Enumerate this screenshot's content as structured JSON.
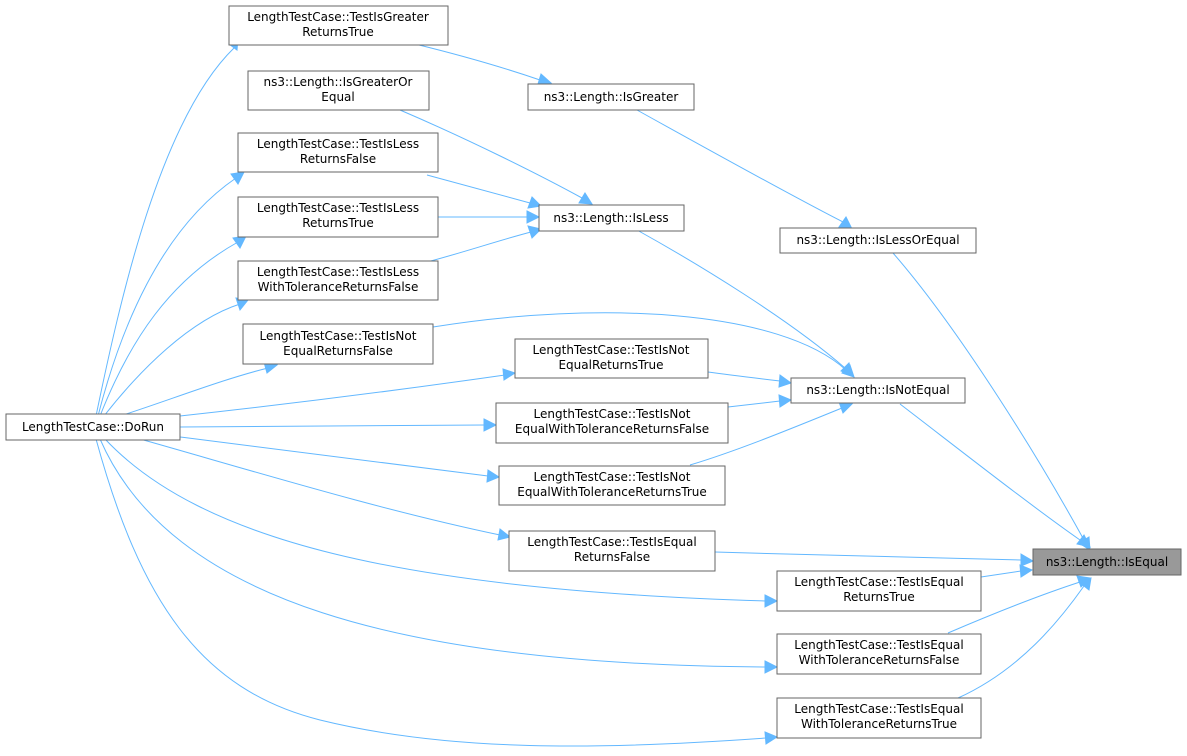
{
  "graph": {
    "colors": {
      "edge": "#63b8ff",
      "node_border": "#666666",
      "current_node_fill": "#999999",
      "background": "#ffffff"
    },
    "nodes": {
      "isEqual": "ns3::Length::IsEqual",
      "doRun": "LengthTestCase::DoRun",
      "testIsGreaterReturnsTrue": [
        "LengthTestCase::TestIsGreater",
        "ReturnsTrue"
      ],
      "isGreaterOrEqual": [
        "ns3::Length::IsGreaterOr",
        "Equal"
      ],
      "isGreater": "ns3::Length::IsGreater",
      "testIsLessReturnsFalse": [
        "LengthTestCase::TestIsLess",
        "ReturnsFalse"
      ],
      "isLess": "ns3::Length::IsLess",
      "testIsLessReturnsTrue": [
        "LengthTestCase::TestIsLess",
        "ReturnsTrue"
      ],
      "isLessOrEqual": "ns3::Length::IsLessOrEqual",
      "testIsLessWithToleranceReturnsFalse": [
        "LengthTestCase::TestIsLess",
        "WithToleranceReturnsFalse"
      ],
      "testIsNotEqualReturnsFalse": [
        "LengthTestCase::TestIsNot",
        "EqualReturnsFalse"
      ],
      "testIsNotEqualReturnsTrue": [
        "LengthTestCase::TestIsNot",
        "EqualReturnsTrue"
      ],
      "isNotEqual": "ns3::Length::IsNotEqual",
      "testIsNotEqualWithToleranceReturnsFalse": [
        "LengthTestCase::TestIsNot",
        "EqualWithToleranceReturnsFalse"
      ],
      "testIsNotEqualWithToleranceReturnsTrue": [
        "LengthTestCase::TestIsNot",
        "EqualWithToleranceReturnsTrue"
      ],
      "testIsEqualReturnsFalse": [
        "LengthTestCase::TestIsEqual",
        "ReturnsFalse"
      ],
      "testIsEqualReturnsTrue": [
        "LengthTestCase::TestIsEqual",
        "ReturnsTrue"
      ],
      "testIsEqualWithToleranceReturnsFalse": [
        "LengthTestCase::TestIsEqual",
        "WithToleranceReturnsFalse"
      ],
      "testIsEqualWithToleranceReturnsTrue": [
        "LengthTestCase::TestIsEqual",
        "WithToleranceReturnsTrue"
      ]
    },
    "edges": [
      {
        "from": "doRun",
        "to": "testIsGreaterReturnsTrue"
      },
      {
        "from": "doRun",
        "to": "testIsLessReturnsFalse"
      },
      {
        "from": "doRun",
        "to": "testIsLessReturnsTrue"
      },
      {
        "from": "doRun",
        "to": "testIsLessWithToleranceReturnsFalse"
      },
      {
        "from": "doRun",
        "to": "testIsNotEqualReturnsFalse"
      },
      {
        "from": "doRun",
        "to": "testIsNotEqualReturnsTrue"
      },
      {
        "from": "doRun",
        "to": "testIsNotEqualWithToleranceReturnsFalse"
      },
      {
        "from": "doRun",
        "to": "testIsNotEqualWithToleranceReturnsTrue"
      },
      {
        "from": "doRun",
        "to": "testIsEqualReturnsFalse"
      },
      {
        "from": "doRun",
        "to": "testIsEqualReturnsTrue"
      },
      {
        "from": "doRun",
        "to": "testIsEqualWithToleranceReturnsFalse"
      },
      {
        "from": "doRun",
        "to": "testIsEqualWithToleranceReturnsTrue"
      },
      {
        "from": "testIsGreaterReturnsTrue",
        "to": "isGreater"
      },
      {
        "from": "isGreaterOrEqual",
        "to": "isLess"
      },
      {
        "from": "testIsLessReturnsFalse",
        "to": "isLess"
      },
      {
        "from": "testIsLessReturnsTrue",
        "to": "isLess"
      },
      {
        "from": "testIsLessWithToleranceReturnsFalse",
        "to": "isLess"
      },
      {
        "from": "isGreater",
        "to": "isLessOrEqual"
      },
      {
        "from": "isLess",
        "to": "isNotEqual"
      },
      {
        "from": "testIsNotEqualReturnsFalse",
        "to": "isNotEqual"
      },
      {
        "from": "testIsNotEqualReturnsTrue",
        "to": "isNotEqual"
      },
      {
        "from": "testIsNotEqualWithToleranceReturnsFalse",
        "to": "isNotEqual"
      },
      {
        "from": "testIsNotEqualWithToleranceReturnsTrue",
        "to": "isNotEqual"
      },
      {
        "from": "isLessOrEqual",
        "to": "isEqual"
      },
      {
        "from": "isNotEqual",
        "to": "isEqual"
      },
      {
        "from": "testIsEqualReturnsFalse",
        "to": "isEqual"
      },
      {
        "from": "testIsEqualReturnsTrue",
        "to": "isEqual"
      },
      {
        "from": "testIsEqualWithToleranceReturnsFalse",
        "to": "isEqual"
      },
      {
        "from": "testIsEqualWithToleranceReturnsTrue",
        "to": "isEqual"
      }
    ]
  }
}
